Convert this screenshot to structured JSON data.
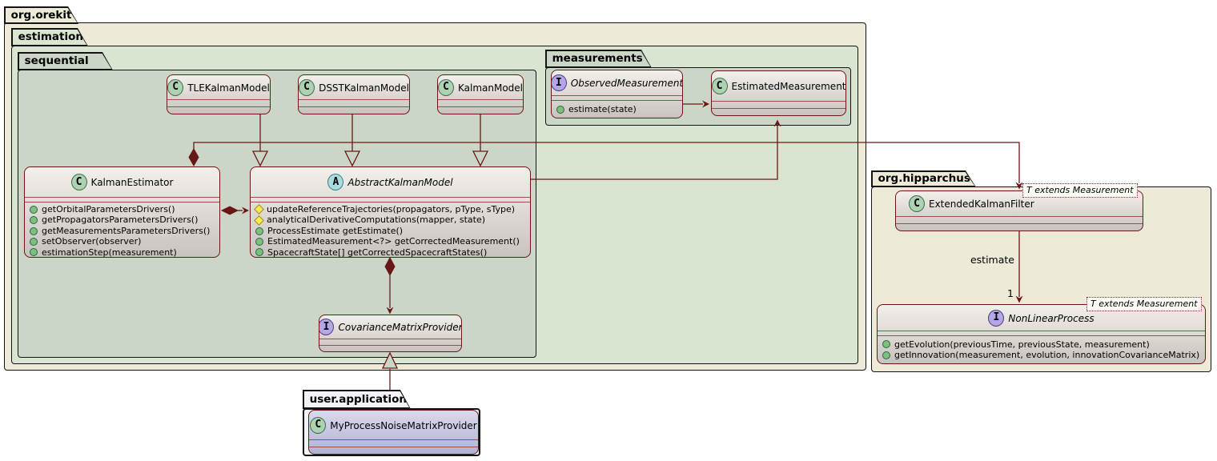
{
  "packages": {
    "org_orekit": {
      "label": "org.orekit"
    },
    "estimation": {
      "label": "estimation"
    },
    "sequential": {
      "label": "sequential"
    },
    "measurements": {
      "label": "measurements"
    },
    "org_hipparchus": {
      "label": "org.hipparchus"
    },
    "user_application": {
      "label": "user.application"
    }
  },
  "classes": {
    "tle": {
      "stereotype": "C",
      "name": "TLEKalmanModel"
    },
    "dsst": {
      "stereotype": "C",
      "name": "DSSTKalmanModel"
    },
    "kalman_model": {
      "stereotype": "C",
      "name": "KalmanModel"
    },
    "observed": {
      "stereotype": "I",
      "name": "ObservedMeasurement",
      "methods": [
        {
          "visibility": "public",
          "text": "estimate(state)"
        }
      ]
    },
    "estimated": {
      "stereotype": "C",
      "name": "EstimatedMeasurement"
    },
    "estimator": {
      "stereotype": "C",
      "name": "KalmanEstimator",
      "methods": [
        {
          "visibility": "public",
          "text": "getOrbitalParametersDrivers()"
        },
        {
          "visibility": "public",
          "text": "getPropagatorsParametersDrivers()"
        },
        {
          "visibility": "public",
          "text": "getMeasurementsParametersDrivers()"
        },
        {
          "visibility": "public",
          "text": "setObserver(observer)"
        },
        {
          "visibility": "public",
          "text": "estimationStep(measurement)"
        }
      ]
    },
    "abstract_model": {
      "stereotype": "A",
      "name": "AbstractKalmanModel",
      "methods": [
        {
          "visibility": "protected",
          "text": "updateReferenceTrajectories(propagators, pType, sType)"
        },
        {
          "visibility": "protected",
          "text": "analyticalDerivativeComputations(mapper, state)"
        },
        {
          "visibility": "public",
          "text": "ProcessEstimate getEstimate()"
        },
        {
          "visibility": "public",
          "text": "EstimatedMeasurement<?> getCorrectedMeasurement()"
        },
        {
          "visibility": "public",
          "text": "SpacecraftState[] getCorrectedSpacecraftStates()"
        }
      ]
    },
    "covariance": {
      "stereotype": "I",
      "name": "CovarianceMatrixProvider"
    },
    "ekf": {
      "stereotype": "C",
      "name": "ExtendedKalmanFilter",
      "generic": "T extends Measurement"
    },
    "nlp": {
      "stereotype": "I",
      "name": "NonLinearProcess",
      "generic": "T extends Measurement",
      "methods": [
        {
          "visibility": "public",
          "text": "getEvolution(previousTime, previousState, measurement)"
        },
        {
          "visibility": "public",
          "text": "getInnovation(measurement, evolution, innovationCovarianceMatrix)"
        }
      ]
    },
    "my_provider": {
      "stereotype": "C",
      "name": "MyProcessNoiseMatrixProvider"
    }
  },
  "edges": {
    "ekf_to_nlp": {
      "label": "estimate",
      "multiplicity": "1"
    }
  },
  "colors": {
    "line": "#691616",
    "class_border": "#691616",
    "class_fill_top": "#F3EFEA",
    "class_fill_bottom": "#C9C3BF",
    "pkg_orekit_fill": "#EDEBD8",
    "pkg_estimation_fill": "#DAE5D1",
    "pkg_sequential_fill": "#CCD6C6",
    "pkg_hipparchus_fill": "#EDEBD8",
    "pkg_userapp_fill": "#F4F2F8",
    "user_class_fill_top": "#D9D9EE",
    "user_class_fill_bottom": "#B2B2D4",
    "icon_class": "#ADD1B2",
    "icon_abstract": "#A9DCDF",
    "icon_interface": "#B4A7E5",
    "bullet_public": "#7FBE7F",
    "bullet_protected": "#F5EB52"
  }
}
